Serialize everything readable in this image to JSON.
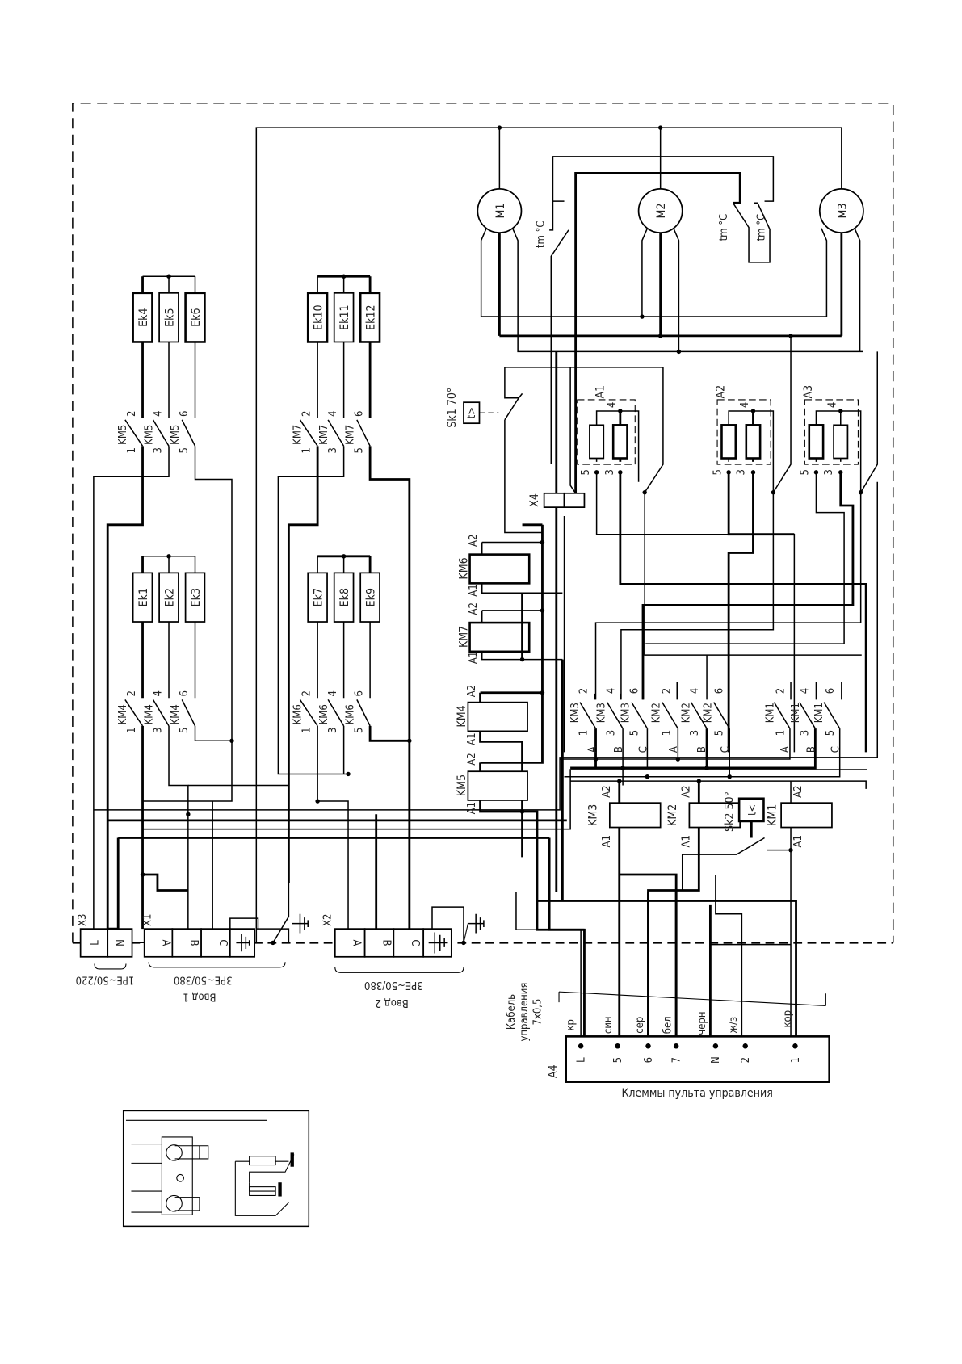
{
  "diagram": {
    "type": "electrical-schematic",
    "motors": [
      {
        "id": "M1",
        "label": "M1"
      },
      {
        "id": "M2",
        "label": "M2"
      },
      {
        "id": "M3",
        "label": "M3"
      }
    ],
    "thermal_contacts": {
      "label": "tm °C",
      "count": 3
    },
    "thermostats": [
      {
        "id": "Sk1",
        "label": "Sk1 70°",
        "symbol": "t>"
      },
      {
        "id": "Sk2",
        "label": "Sk2 50°",
        "symbol": "t<"
      }
    ],
    "heater_groups": [
      {
        "group": "top-left",
        "heaters": [
          "Ek4",
          "Ek5",
          "Ek6"
        ],
        "contactor": "KM5"
      },
      {
        "group": "bottom-left",
        "heaters": [
          "Ek1",
          "Ek2",
          "Ek3"
        ],
        "contactor": "KM4"
      },
      {
        "group": "top-right",
        "heaters": [
          "Ek10",
          "Ek11",
          "Ek12"
        ],
        "contactor": "KM7"
      },
      {
        "group": "bottom-right",
        "heaters": [
          "Ek7",
          "Ek8",
          "Ek9"
        ],
        "contactor": "KM6"
      }
    ],
    "contact_pins": {
      "in": [
        "1",
        "3",
        "5"
      ],
      "out": [
        "2",
        "4",
        "6"
      ]
    },
    "capacitor_blocks": [
      {
        "id": "A1",
        "label": "A1",
        "pins": [
          "5",
          "3",
          "4"
        ]
      },
      {
        "id": "A2",
        "label": "A2",
        "pins": [
          "5",
          "3",
          "4"
        ]
      },
      {
        "id": "A3",
        "label": "A3",
        "pins": [
          "5",
          "3",
          "4"
        ]
      }
    ],
    "connector_x4": {
      "label": "X4"
    },
    "coils": [
      {
        "id": "KM6",
        "a1": "A1",
        "a2": "A2"
      },
      {
        "id": "KM7",
        "a1": "A1",
        "a2": "A2"
      },
      {
        "id": "KM4",
        "a1": "A1",
        "a2": "A2"
      },
      {
        "id": "KM5",
        "a1": "A1",
        "a2": "A2"
      },
      {
        "id": "KM3",
        "a1": "A1",
        "a2": "A2"
      },
      {
        "id": "KM2",
        "a1": "A1",
        "a2": "A2"
      },
      {
        "id": "KM1",
        "a1": "A1",
        "a2": "A2"
      }
    ],
    "motor_contactors": [
      {
        "id": "KM3",
        "phases": [
          "A",
          "B",
          "C"
        ]
      },
      {
        "id": "KM2",
        "phases": [
          "A",
          "B",
          "C"
        ]
      },
      {
        "id": "KM1",
        "phases": [
          "A",
          "B",
          "C"
        ]
      }
    ],
    "terminals": {
      "X3": {
        "label": "X3",
        "pins": [
          "L",
          "N"
        ],
        "spec": "1PE~50/220"
      },
      "X1": {
        "label": "X1",
        "pins": [
          "A",
          "B",
          "C",
          "PE"
        ],
        "spec": "3PE~50/380",
        "name": "Ввод 1"
      },
      "X2": {
        "label": "X2",
        "pins": [
          "A",
          "B",
          "C",
          "PE"
        ],
        "spec": "3PE~50/380",
        "name": "Ввод 2"
      }
    },
    "control_panel": {
      "label": "A4",
      "title": "Клеммы пульта управления",
      "cable": [
        "Кабель",
        "управления",
        "7х0,5"
      ],
      "wires": [
        {
          "color": "кр",
          "pin": "L"
        },
        {
          "color": "син",
          "pin": "5"
        },
        {
          "color": "сер",
          "pin": "6"
        },
        {
          "color": "бел",
          "pin": "7"
        },
        {
          "color": "черн",
          "pin": "N"
        },
        {
          "color": "ж/з",
          "pin": "2"
        },
        {
          "color": "кор",
          "pin": "1"
        }
      ]
    }
  }
}
